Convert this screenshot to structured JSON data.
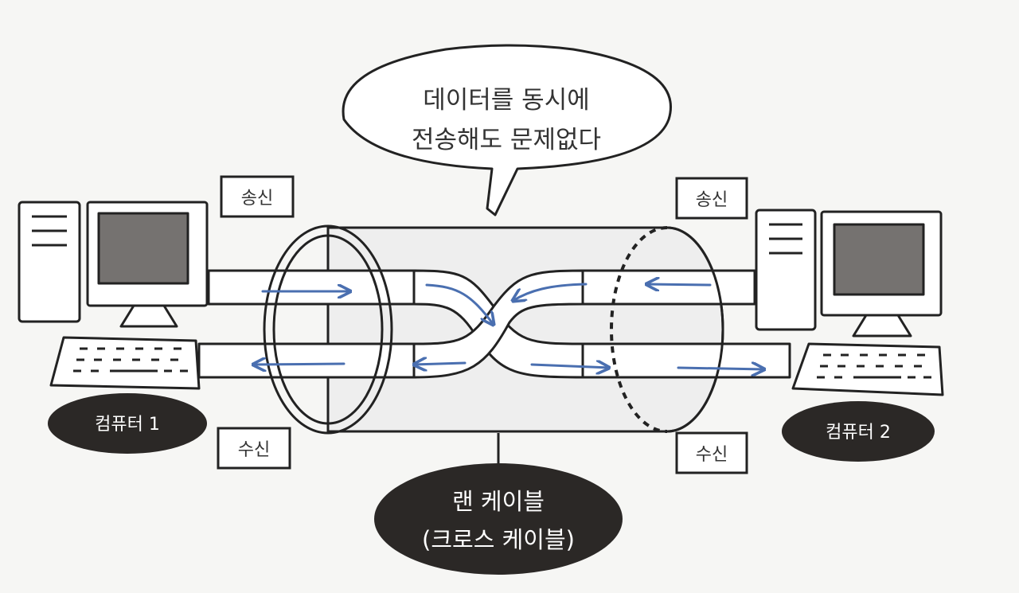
{
  "speech_bubble": {
    "line1": "데이터를 동시에",
    "line2": "전송해도 문제없다"
  },
  "left": {
    "send_label": "송신",
    "receive_label": "수신",
    "computer_label": "컴퓨터 1"
  },
  "right": {
    "send_label": "송신",
    "receive_label": "수신",
    "computer_label": "컴퓨터 2"
  },
  "cable": {
    "title_line1": "랜 케이블",
    "title_line2": "(크로스 케이블)"
  },
  "colors": {
    "arrow": "#4a6fb0",
    "outline": "#222222",
    "label_bg": "#2b2826",
    "screen": "#757270",
    "cable_fill": "#eeeeee"
  }
}
